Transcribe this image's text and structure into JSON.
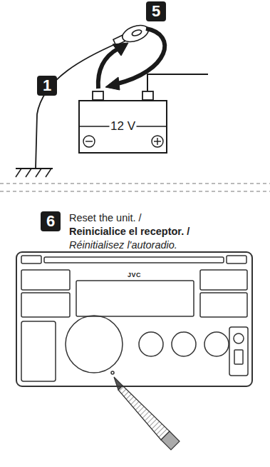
{
  "diagram": {
    "nodes": [
      {
        "text": [
          "5"
        ]
      },
      {
        "text": [
          "1"
        ]
      },
      {
        "text": [
          "12 V"
        ]
      },
      {
        "text": [
          "6"
        ]
      },
      {
        "text": [
          "JVC"
        ]
      }
    ],
    "labels": [
      "Reset the unit. /",
      "Reinicialice el receptor. /",
      "Réinitialisez l'autoradio."
    ]
  }
}
